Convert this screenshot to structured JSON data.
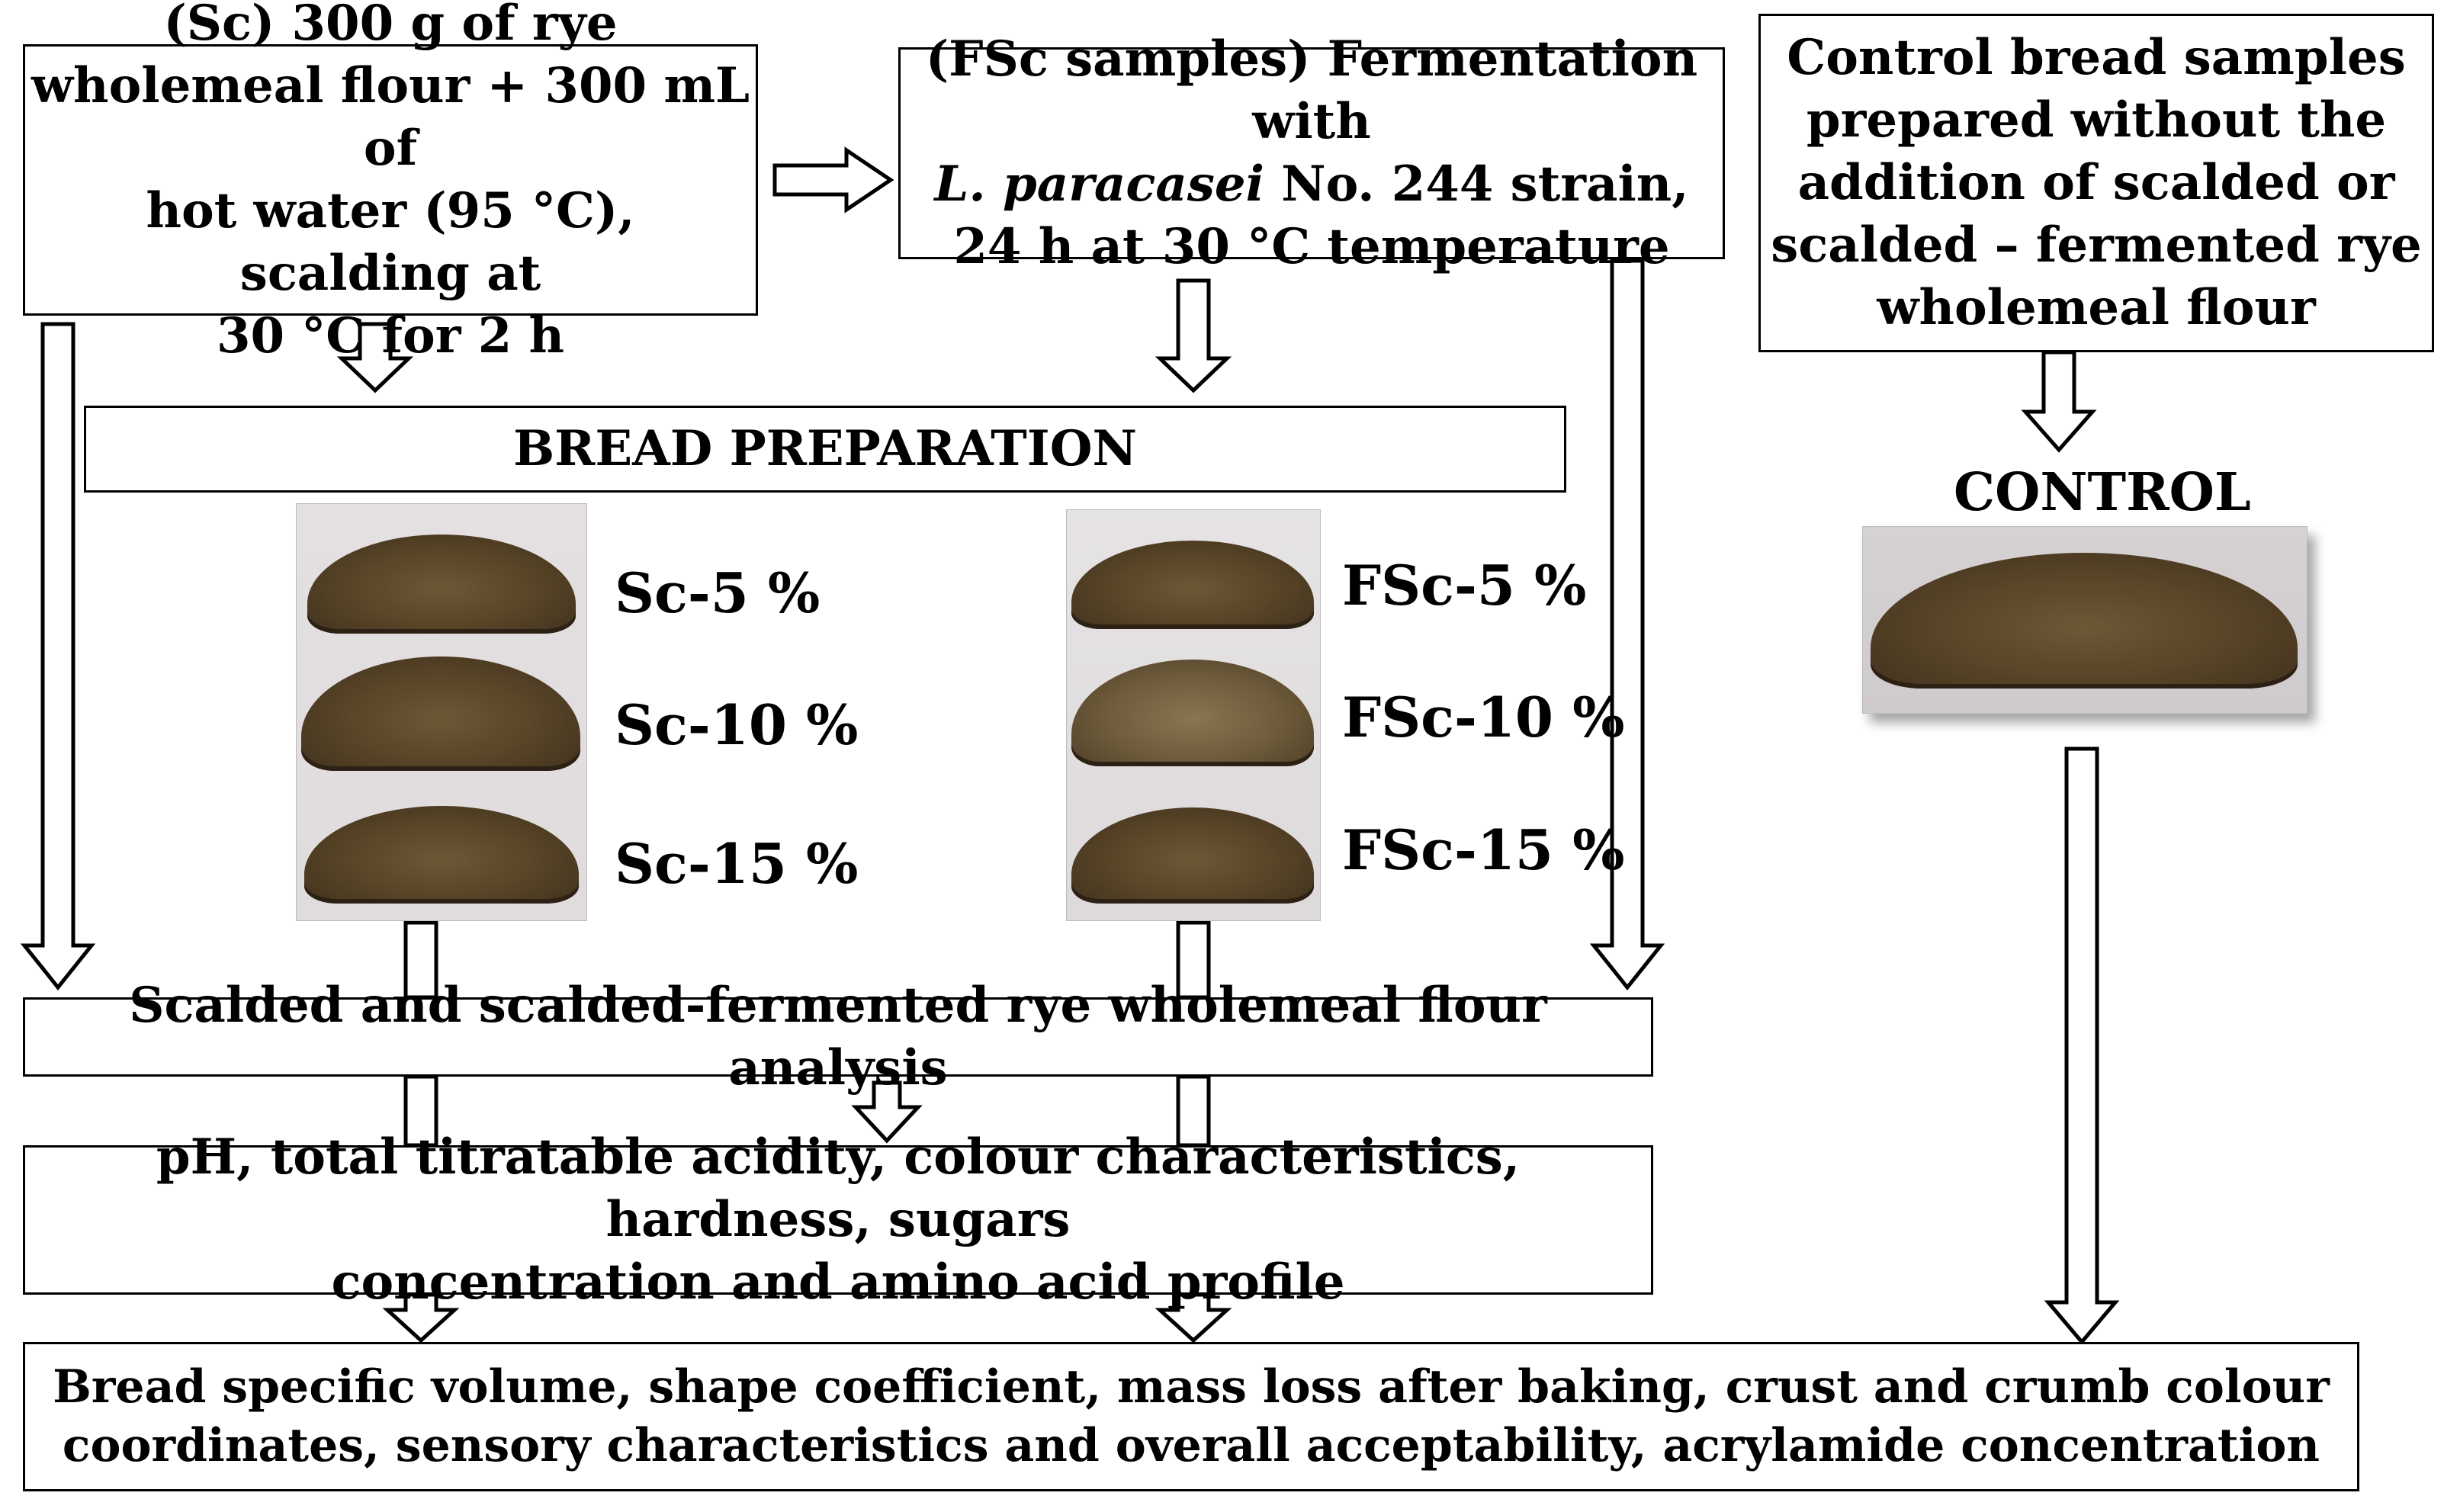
{
  "boxes": {
    "sc_box": [
      "(Sc) 300 g of rye",
      "wholemeal flour + 300 mL of",
      "hot water (95 °C), scalding at",
      "30 °C for 2 h"
    ],
    "fsc_box": {
      "line1": "(FSc samples) Fermentation with",
      "line2_italic": "L. paracasei",
      "line2_rest": " No. 244 strain,",
      "line3": "24 h at 30 °C temperature"
    },
    "control_box": [
      "Control bread samples",
      "prepared without the",
      "addition of scalded or",
      "scalded – fermented rye",
      "wholemeal flour"
    ],
    "bread_preparation": "BREAD PREPARATION",
    "analysis_box": "Scalded and scalded-fermented rye wholemeal flour analysis",
    "ph_box": [
      "pH, total titratable acidity, colour characteristics, hardness, sugars",
      "concentration and amino acid profile"
    ],
    "bottom_box": [
      "Bread specific volume, shape coefficient, mass loss after baking, crust and crumb colour",
      "coordinates, sensory characteristics and overall acceptability, acrylamide concentration"
    ]
  },
  "sample_labels": {
    "sc": [
      "Sc-5 %",
      "Sc-10 %",
      "Sc-15 %"
    ],
    "fsc": [
      "FSc-5 %",
      "FSc-10 %",
      "FSc-15 %"
    ]
  },
  "control_label": "CONTROL"
}
